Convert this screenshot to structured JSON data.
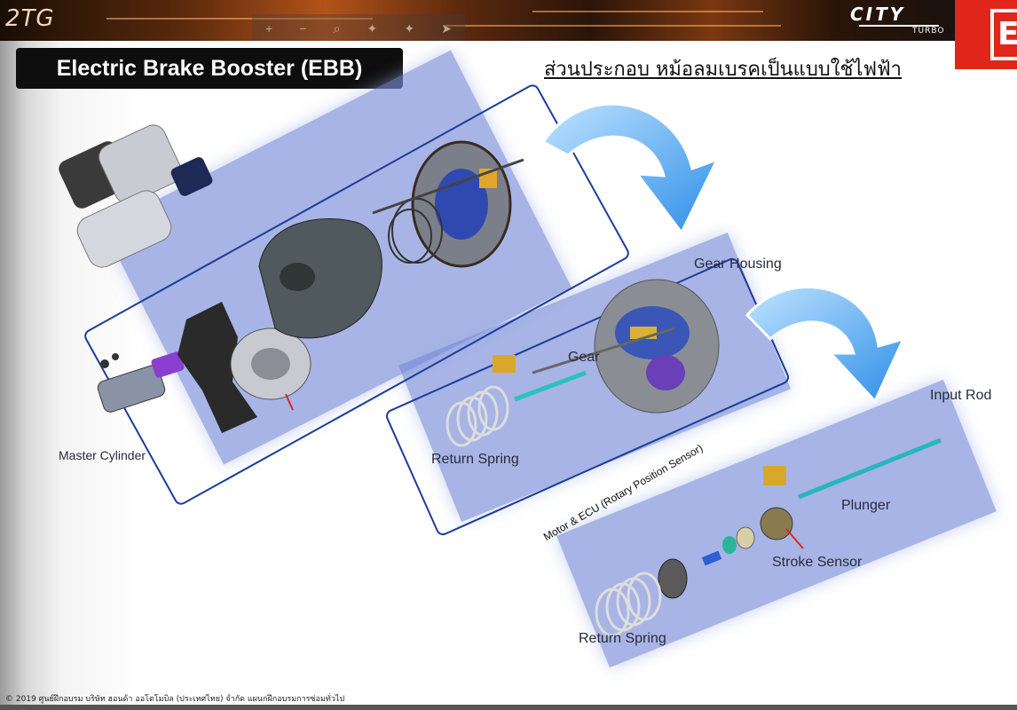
{
  "header": {
    "logo_text": "2TG",
    "brand_word": "CITY",
    "brand_sub": "TURBO",
    "badge_letter": "E",
    "toolbar_icons": [
      "plus-icon",
      "minus-icon",
      "zoom-icon",
      "back-icon",
      "forward-icon",
      "pointer-icon"
    ],
    "toolbar_glyphs": [
      "+",
      "−",
      "⌕",
      "✦",
      "✦",
      "➤"
    ]
  },
  "title": "Electric Brake Booster (EBB)",
  "thai_heading": "ส่วนประกอบ หม้อลมเบรคเป็นแบบใช้ไฟฟ้า",
  "labels": {
    "master_cylinder": "Master Cylinder",
    "gear_housing": "Gear Housing",
    "gear": "Gear",
    "return_spring_1": "Return Spring",
    "motor_ecu": "Motor & ECU (Rotary Position Sensor)",
    "input_rod": "Input Rod",
    "plunger": "Plunger",
    "stroke_sensor": "Stroke Sensor",
    "return_spring_2": "Return Spring"
  },
  "footer": "© 2019 ศูนย์ฝึกอบรม บริษัท ฮอนด้า ออโตโมบิล (ประเทศไทย) จำกัด  แผนกฝึกอบรมการซ่อมทั่วไป",
  "colors": {
    "panel": "#7f8fd7",
    "frame": "#1c3d9a",
    "arrow": "#3aa0f0",
    "accent_red": "#e0261b"
  }
}
